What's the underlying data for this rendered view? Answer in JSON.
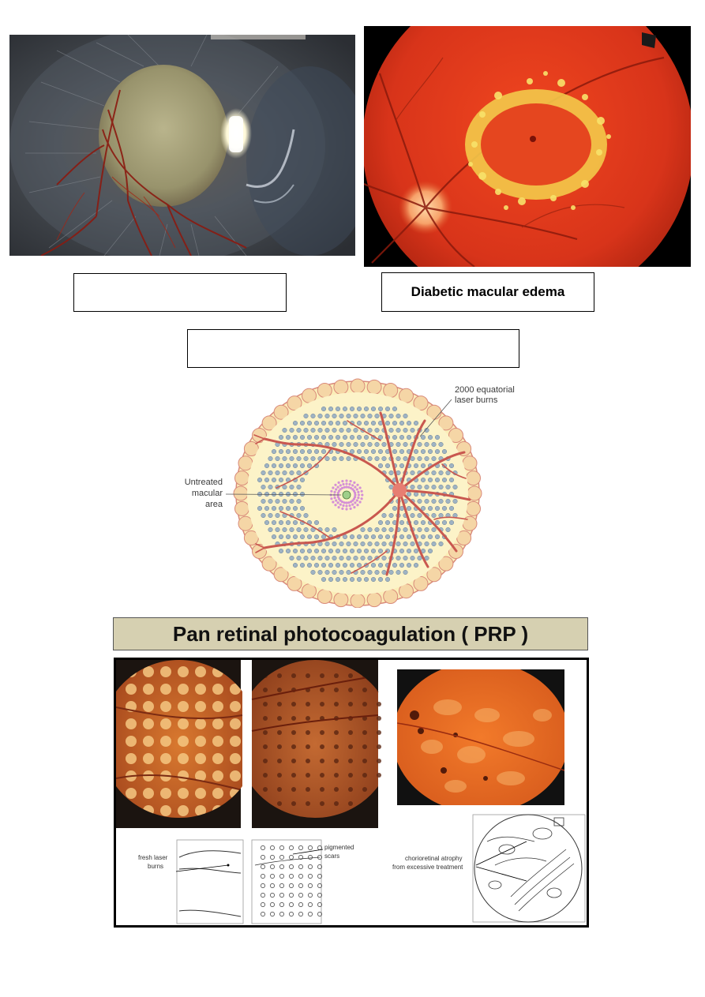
{
  "captions": {
    "left_box": "",
    "right_box": "Diabetic macular edema",
    "middle_box": ""
  },
  "diagram": {
    "label_burns": [
      "2000 equatorial",
      "laser burns"
    ],
    "label_macula": [
      "Untreated",
      "macular",
      "area"
    ]
  },
  "prp": {
    "title": "Pan retinal photocoagulation ( PRP )",
    "label_fresh": [
      "fresh laser",
      "burns"
    ],
    "label_pigmented": [
      "pigmented",
      "scars"
    ],
    "label_atrophy": [
      "chorioretinal atrophy",
      "from excessive treatment"
    ]
  },
  "colors": {
    "fundus_red": "#e0391c",
    "exudate_yellow": "#f5e04a",
    "diagram_fill": "#fbeeb8",
    "vessel": "#c9584f",
    "burn_dot": "#9fb3c3",
    "banner": "#d6d0b1"
  }
}
